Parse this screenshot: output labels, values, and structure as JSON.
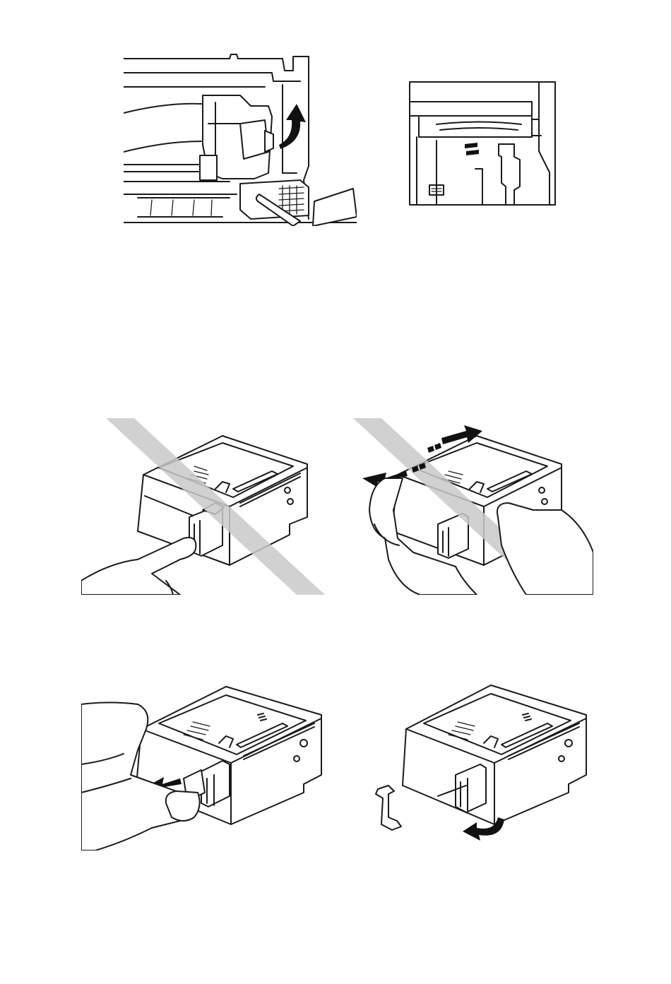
{
  "document": {
    "figures": [
      {
        "id": "printer-head-open",
        "icon": "curved-arrow-up"
      },
      {
        "id": "cartridge-slot-empty"
      },
      {
        "id": "incorrect-press-cartridge",
        "marking": "prohibited-diagonal-band"
      },
      {
        "id": "incorrect-shake-cartridge",
        "marking": "prohibited-diagonal-band",
        "icon": "double-arrow"
      },
      {
        "id": "pull-protective-tab",
        "icon": "straight-arrow-left"
      },
      {
        "id": "remove-protective-tab",
        "icon": "curved-arrow-down"
      }
    ],
    "colors": {
      "line": "#1a1a1a",
      "prohibited_band": "#c9c9c9",
      "background": "#ffffff"
    }
  }
}
